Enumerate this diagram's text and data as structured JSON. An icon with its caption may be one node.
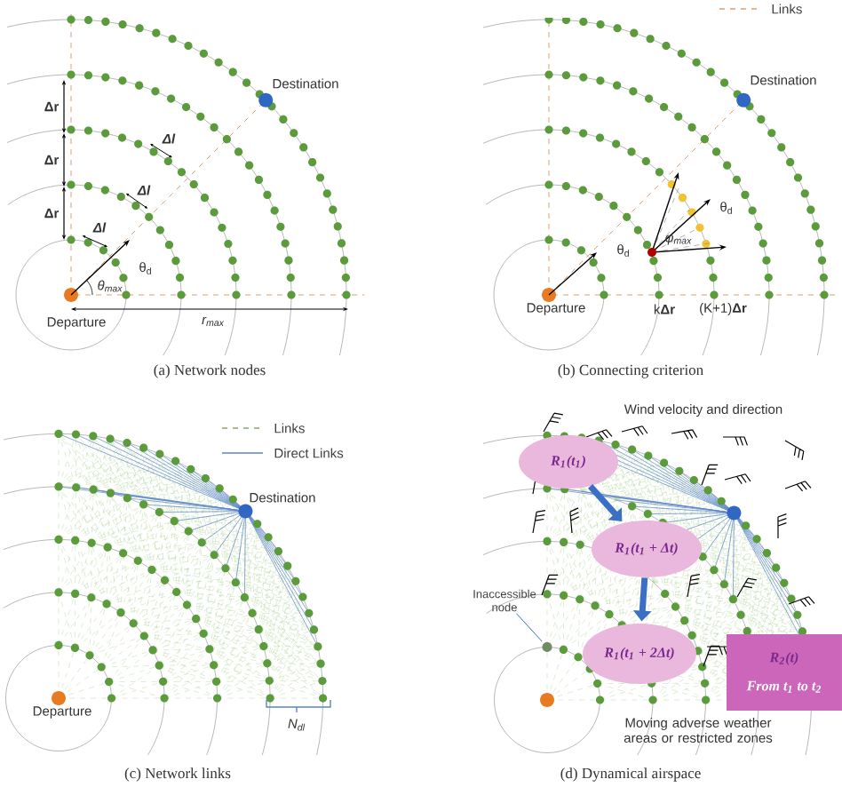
{
  "diagram": {
    "nodes": [
      {
        "text": [
          "R$_{1}$(t$_{1}$)"
        ]
      },
      {
        "text": [
          "R$_{1}$(t$_{1}$ + Δt)"
        ]
      },
      {
        "text": [
          "R$_{1}$(t$_{1}$ + 2Δt)"
        ]
      },
      {
        "text": [
          "R$_{2}$(t)",
          "From t$_{1}$ to t$_{2}$"
        ]
      },
      {
        "text": [
          "Inaccessible node"
        ]
      },
      {
        "text": [],
        "shape": "circle"
      }
    ],
    "edges": [
      {
        "from": 0,
        "to": 1,
        "arrow": "to",
        "color": "#3a6fc4"
      },
      {
        "from": 1,
        "to": 2,
        "arrow": "to",
        "color": "#3a6fc4"
      },
      {
        "from": 4,
        "to": 5,
        "arrow": "none",
        "color": "#3a6fc4"
      }
    ],
    "labels": [
      "Δr",
      "Δr",
      "Δr",
      "Δl",
      "Δl",
      "Δl",
      "θ$_{d}$",
      "θ$_{max}$",
      "r$_{max}$",
      "Destination",
      "Departure",
      "(a) Network nodes",
      "Destination",
      "θ$_{d}$",
      "θ$_{d}$",
      "φ$_{max}$",
      "Departure",
      "k**Δr**",
      "(K+1)**Δr**",
      "(b) Connecting criterion",
      "Destination",
      "Departure",
      "N$_{dl}$",
      "(c) Network links",
      "Wind velocity and direction",
      "Moving adverse weather areas or restricted zones",
      "(d) Dynamical airspace"
    ],
    "legend": [
      {
        "text": "Links"
      },
      {
        "text": "Links"
      },
      {
        "text": "Direct Links"
      }
    ]
  }
}
